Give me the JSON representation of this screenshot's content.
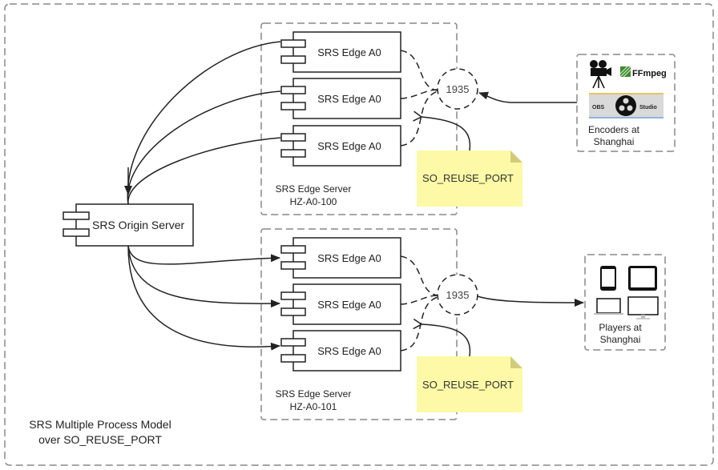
{
  "diagram": {
    "title_lines": [
      "SRS Multiple Process Model",
      "over SO_REUSE_PORT"
    ],
    "origin": {
      "label": "SRS Origin Server"
    },
    "edge_groups": [
      {
        "label_lines": [
          "SRS Edge Server",
          "HZ-A0-100"
        ],
        "edges": [
          "SRS Edge A0",
          "SRS Edge A0",
          "SRS Edge A0"
        ],
        "port": "1935",
        "note": "SO_REUSE_PORT"
      },
      {
        "label_lines": [
          "SRS Edge Server",
          "HZ-A0-101"
        ],
        "edges": [
          "SRS Edge A0",
          "SRS Edge A0",
          "SRS Edge A0"
        ],
        "port": "1935",
        "note": "SO_REUSE_PORT"
      }
    ],
    "encoders": {
      "label_lines": [
        "Encoders at",
        "Shanghai"
      ],
      "ffmpeg": "FFmpeg",
      "obs_left": "OBS",
      "obs_right": "Studio"
    },
    "players": {
      "label_lines": [
        "Players at",
        "Shanghai"
      ]
    }
  },
  "colors": {
    "note_fill": "#fdf9a6",
    "note_fold": "#d2cc7a",
    "dash": "#888888",
    "line": "#222222"
  }
}
